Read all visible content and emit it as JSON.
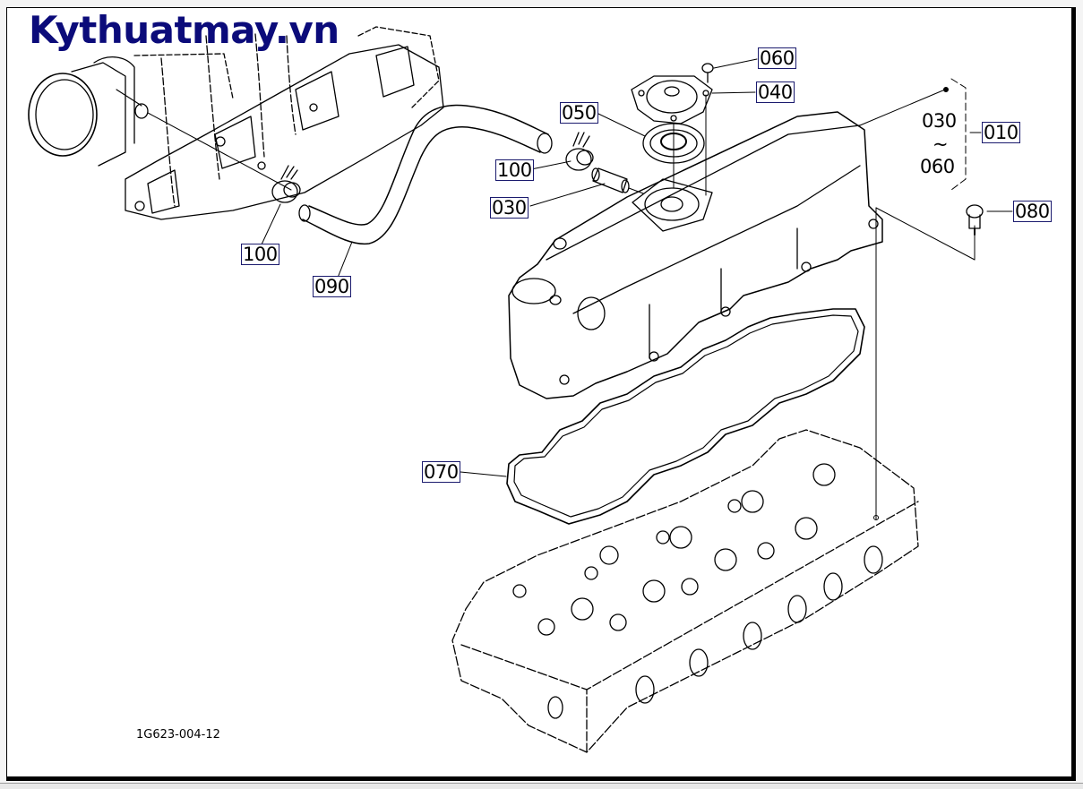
{
  "watermark": "Kythuatmay.vn",
  "drawing_number": "1G623-004-12",
  "colors": {
    "label_border": "#1b1b6e",
    "watermark": "#0b0b7a",
    "line": "#000000"
  },
  "callouts": [
    {
      "id": "060",
      "part": "screw"
    },
    {
      "id": "040",
      "part": "breather-cover"
    },
    {
      "id": "050",
      "part": "diaphragm"
    },
    {
      "id": "100",
      "part": "hose-clamp-upper"
    },
    {
      "id": "030",
      "part": "pipe"
    },
    {
      "id": "010",
      "part": "cylinder-head-cover-assy"
    },
    {
      "id": "080",
      "part": "bolt"
    },
    {
      "id": "100",
      "part": "hose-clamp-lower"
    },
    {
      "id": "090",
      "part": "breather-hose"
    },
    {
      "id": "070",
      "part": "head-cover-gasket"
    }
  ],
  "assembly_range": {
    "from": "030",
    "tilde": "~",
    "to": "060"
  }
}
